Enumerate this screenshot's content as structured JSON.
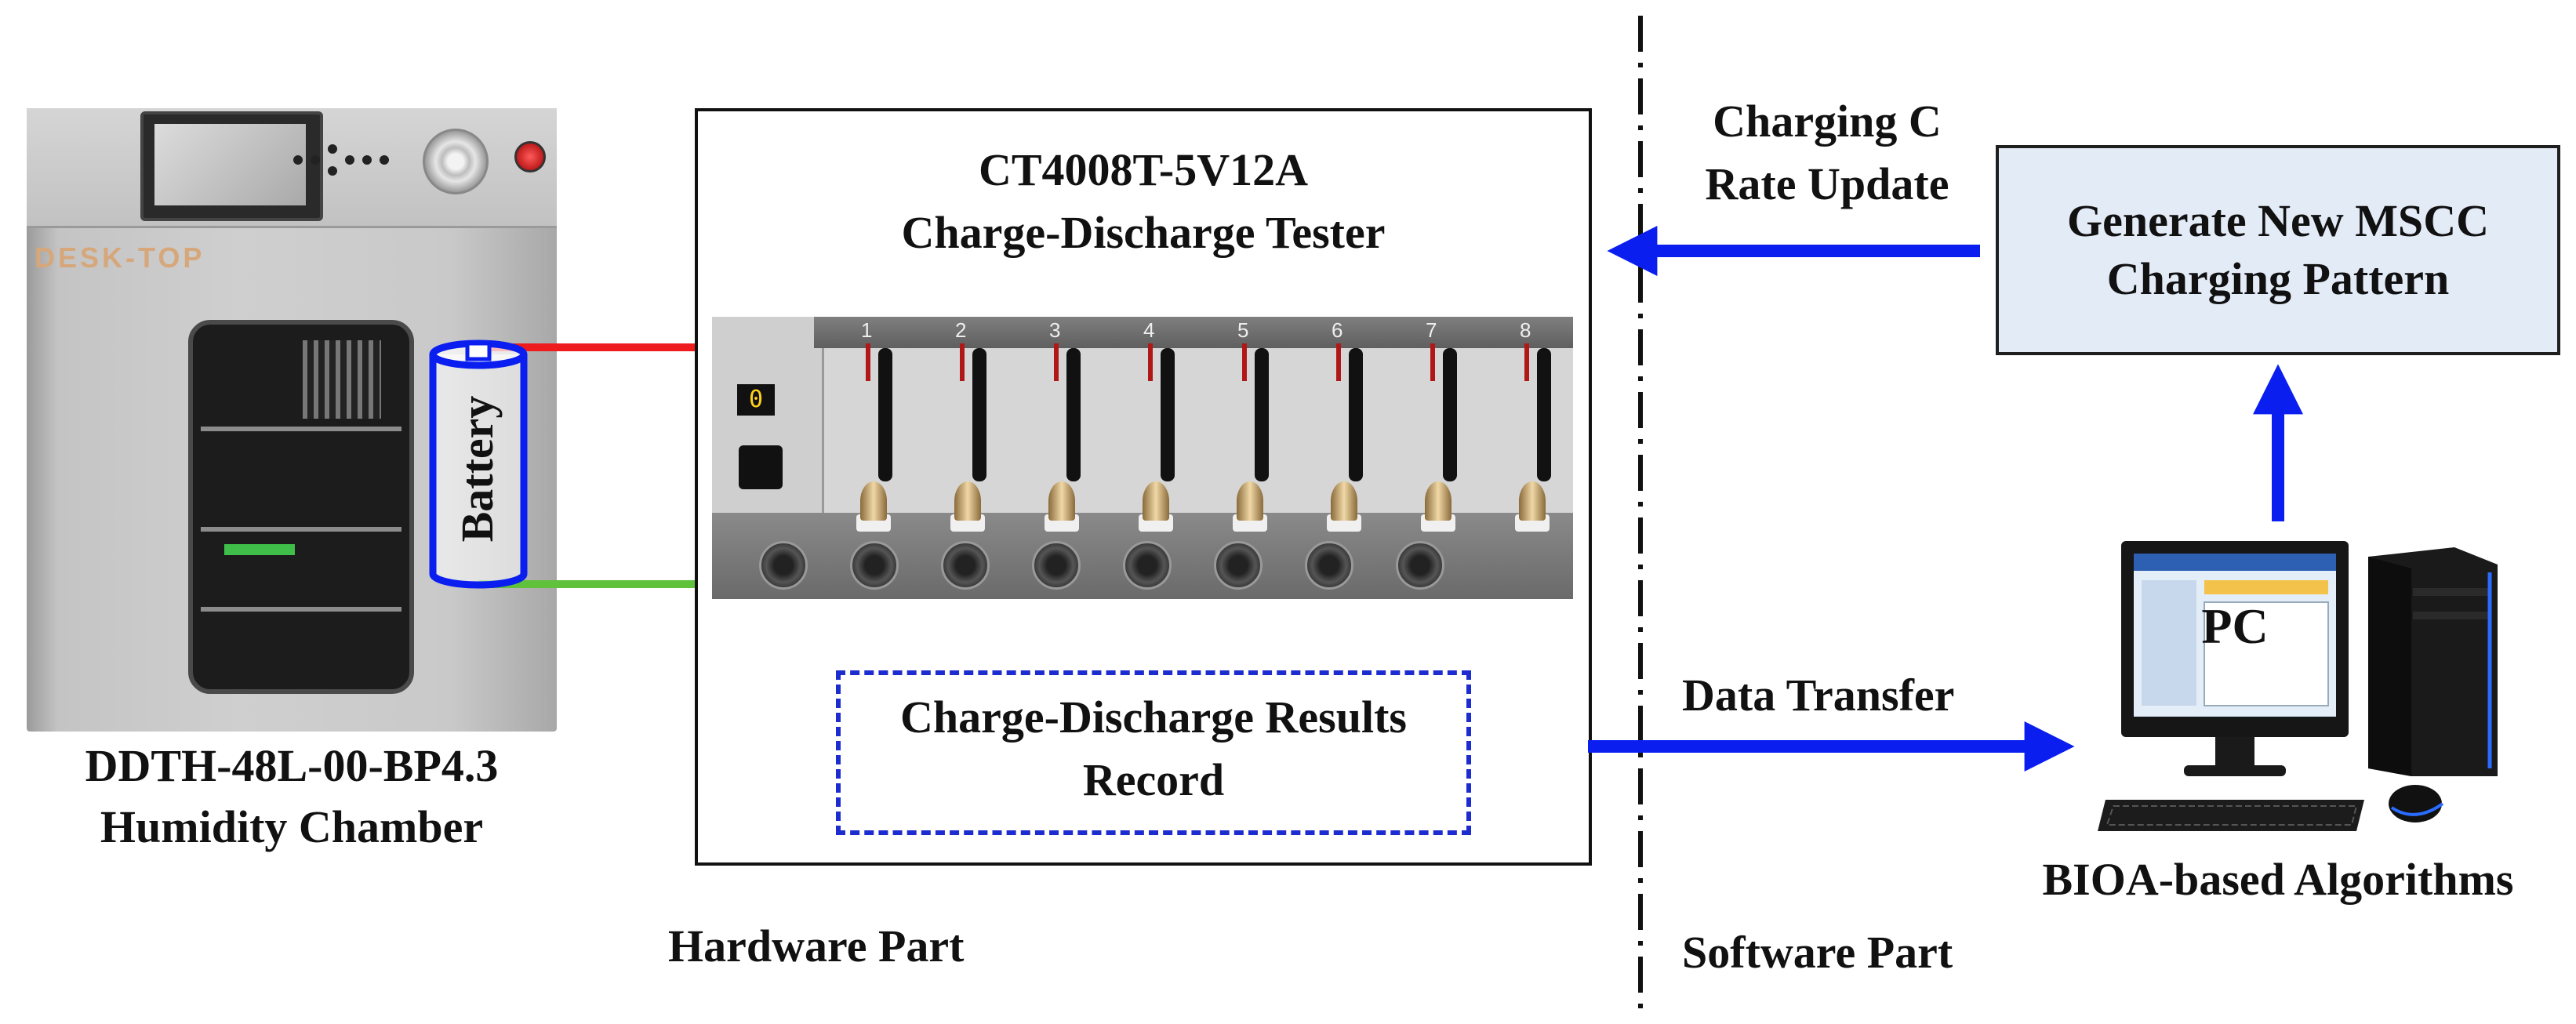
{
  "chamber": {
    "brand_text": "DESK-TOP",
    "label_line1": "DDTH-48L-00-BP4.3",
    "label_line2": "Humidity Chamber"
  },
  "battery": {
    "label": "Battery"
  },
  "tester": {
    "title_line1": "CT4008T-5V12A",
    "title_line2": "Charge-Discharge Tester",
    "display_digit": "0",
    "channels": [
      "1",
      "2",
      "3",
      "4",
      "5",
      "6",
      "7",
      "8"
    ]
  },
  "results": {
    "line1": "Charge-Discharge Results",
    "line2": "Record"
  },
  "hardware_label": "Hardware Part",
  "software_label": "Software Part",
  "charging_update": {
    "line1": "Charging C",
    "line2": "Rate Update"
  },
  "data_transfer": "Data Transfer",
  "generate": {
    "line1": "Generate New MSCC",
    "line2": "Charging Pattern"
  },
  "pc": {
    "label": "PC",
    "caption": "BIOA-based Algorithms"
  },
  "colors": {
    "arrow": "#0a1ef0",
    "wire_positive": "#ee1c1c",
    "wire_negative": "#5fc23a",
    "battery_outline": "#0a1ef0",
    "generate_fill": "#e3ebf7",
    "results_border": "#1d2ccf"
  }
}
